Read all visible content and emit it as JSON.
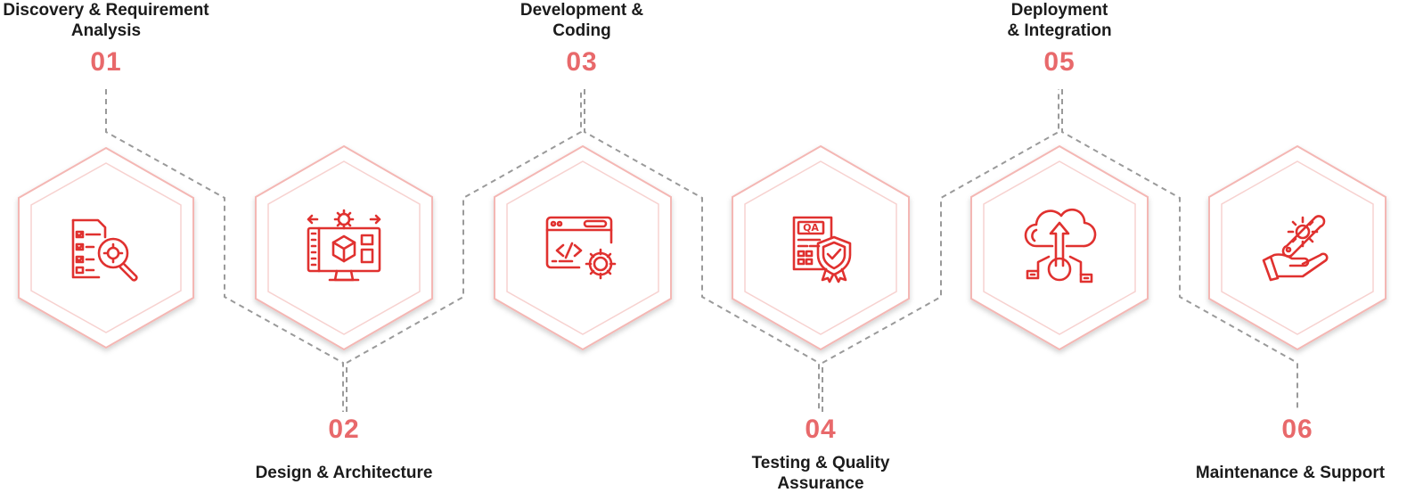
{
  "colors": {
    "accent": "#e8696b",
    "icon": "#e0312f",
    "hex_outline": "#f4b7b4",
    "connector": "#9a9a9a",
    "title": "#1b1b1b"
  },
  "steps": [
    {
      "num": "01",
      "title": "Discovery & Requirement\nAnalysis",
      "icon": "checklist-magnifier-icon"
    },
    {
      "num": "02",
      "title": "Design & Architecture",
      "icon": "monitor-design-icon"
    },
    {
      "num": "03",
      "title": "Development &\nCoding",
      "icon": "code-window-gear-icon"
    },
    {
      "num": "04",
      "title": "Testing & Quality\nAssurance",
      "icon": "qa-shield-icon"
    },
    {
      "num": "05",
      "title": "Deployment\n& Integration",
      "icon": "cloud-upload-icon"
    },
    {
      "num": "06",
      "title": "Maintenance & Support",
      "icon": "hand-gear-icon"
    }
  ]
}
